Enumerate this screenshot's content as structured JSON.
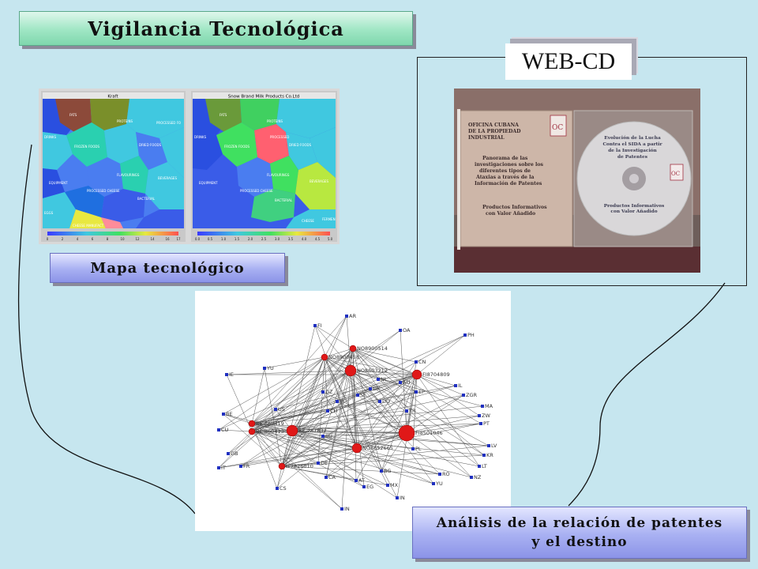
{
  "title": "Vigilancia Tecnológica",
  "webcd_label": "WEB-CD",
  "mapa_label": "Mapa tecnológico",
  "analisis_label": "Análisis de la relación de patentes\ny el destino",
  "maps": [
    {
      "header": "Kraft",
      "regions": [
        "FATS",
        "PROTEINS",
        "PROCESSED FO",
        "DRINKS",
        "FROZEN FOODS",
        "DRIED FOODS",
        "FLAVOURINGS",
        "BEVERAGES",
        "EQUIPMENT",
        "PROCESSED CHEESE",
        "BACTERIAL",
        "EGGS",
        "CHEESE MANUFACT"
      ],
      "scale": [
        "0",
        "2",
        "4",
        "6",
        "8",
        "10",
        "12",
        "14",
        "16",
        "17"
      ]
    },
    {
      "header": "Snow Brand Milk Products Co.Ltd",
      "regions": [
        "FATS",
        "PROTEINS",
        "PROCESSED",
        "DRINKS",
        "FROZEN FOODS",
        "DRIED FOODS",
        "FLAVOURINGS",
        "BEVERAGES",
        "EQUIPMENT",
        "BACTERIAL",
        "PROCESSED CHEESE",
        "CHEESE",
        "FERMEN"
      ],
      "scale": [
        "0.0",
        "0.5",
        "1.0",
        "1.5",
        "2.0",
        "2.5",
        "3.0",
        "3.5",
        "4.0",
        "4.5",
        "5.0"
      ]
    }
  ],
  "cd_texts": {
    "case_lines": [
      "OFICINA CUBANA",
      "DE LA PROPIEDAD",
      "INDUSTRIAL",
      "Panorama de las",
      "investigaciones sobre los",
      "diferentes tipos de",
      "Ataxias a través de la",
      "Información de Patentes",
      "Productos Informativos",
      "con Valor Añadido"
    ],
    "disc_lines": [
      "Evolución de la Lucha",
      "Contra el SIDA a partir",
      "de la Investigación",
      "de Patentes",
      "Productos Informativos",
      "con Valor Añadido"
    ]
  },
  "network": {
    "red_nodes": [
      {
        "label": "NO8900514"
      },
      {
        "label": "NO8900458"
      },
      {
        "label": "NO8603212"
      },
      {
        "label": "FI8704809"
      },
      {
        "label": "FI8501046"
      },
      {
        "label": "BE-860419"
      },
      {
        "label": "BE-860413"
      },
      {
        "label": "BE-787832"
      },
      {
        "label": "NO8652665"
      },
      {
        "label": "IT7826010"
      }
    ],
    "blue_nodes": [
      "FI",
      "AR",
      "OA",
      "PH",
      "CN",
      "YU",
      "IE",
      "IL",
      "ZGR",
      "EP",
      "MA",
      "ZW",
      "PT",
      "BE",
      "CU",
      "US",
      "TR",
      "LV",
      "KR",
      "LT",
      "NZ",
      "RO",
      "YU",
      "IN",
      "BG",
      "MX",
      "EG",
      "AT",
      "CA",
      "DE",
      "GB",
      "FR",
      "IT",
      "CS",
      "IN",
      "PL",
      "SU",
      "DD",
      "SE",
      "DK",
      "JP",
      "CH",
      "NL",
      "AU",
      "DZ"
    ]
  }
}
